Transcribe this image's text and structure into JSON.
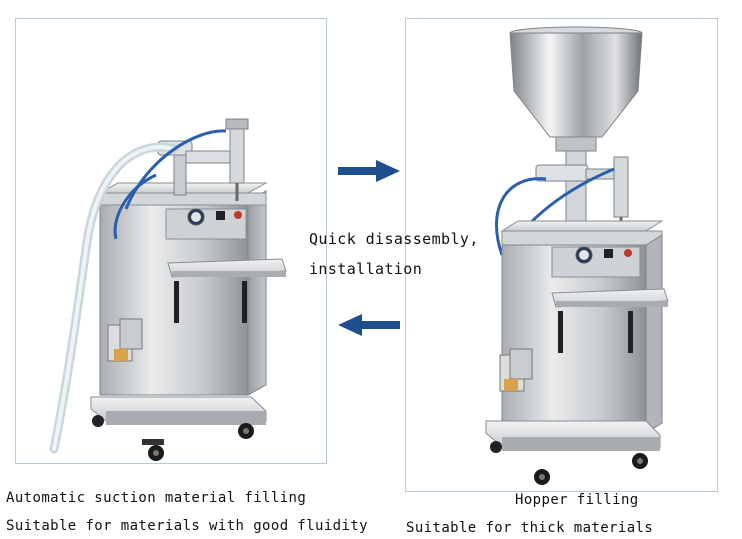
{
  "captions": {
    "left_title": "Automatic suction material filling",
    "left_desc": "Suitable for materials with good fluidity",
    "right_title": "Hopper filling",
    "right_desc": "Suitable for thick materials"
  },
  "middle": {
    "line1": "Quick disassembly,",
    "line2": "installation"
  },
  "colors": {
    "panel_border": "#b9cad8",
    "arrow_blue": "#1f4e8c",
    "steel_light": "#e4e6e8",
    "steel_mid": "#b9bdc1",
    "steel_dark": "#7e8388",
    "hose_blue": "#2a5fb0"
  },
  "icons": {
    "arrow_right": "arrow-right-icon",
    "arrow_left": "arrow-left-icon"
  }
}
